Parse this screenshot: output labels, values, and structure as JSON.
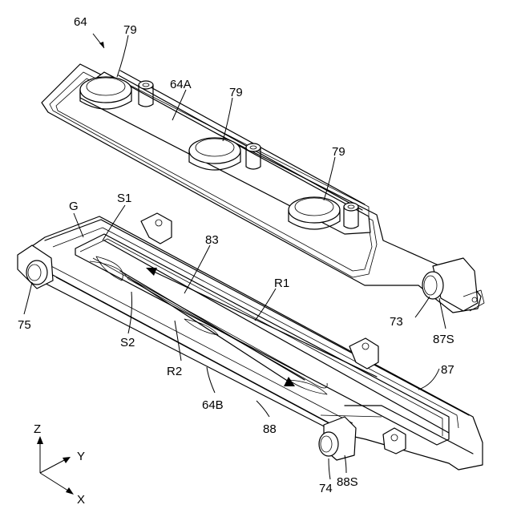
{
  "figure": {
    "labels": {
      "l64": "64",
      "l79a": "79",
      "l79b": "79",
      "l79c": "79",
      "l64A": "64A",
      "lG": "G",
      "lS1": "S1",
      "l83": "83",
      "lR1": "R1",
      "l75": "75",
      "l73": "73",
      "l87S": "87S",
      "lS2": "S2",
      "lR2": "R2",
      "l87": "87",
      "l64B": "64B",
      "l88": "88",
      "l74": "74",
      "l88S": "88S"
    },
    "axes": {
      "z": "Z",
      "y": "Y",
      "x": "X"
    }
  }
}
